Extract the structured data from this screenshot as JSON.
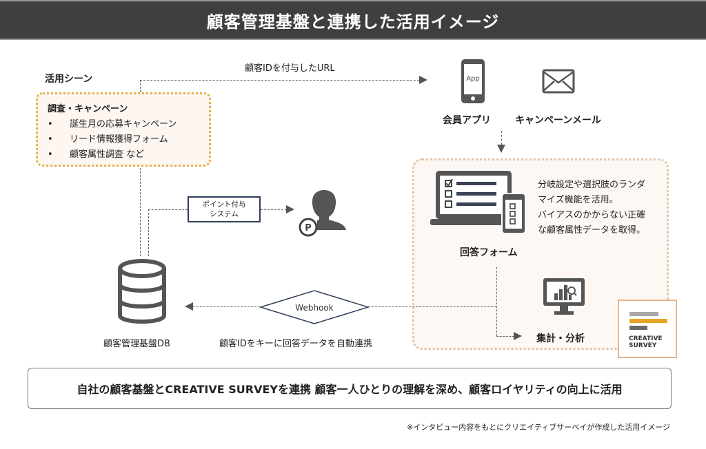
{
  "header": {
    "title": "顧客管理基盤と連携した活用イメージ"
  },
  "scene": {
    "title": "活用シーン",
    "subtitle": "調査・キャンペーン",
    "items": [
      "誕生月の応募キャンペーン",
      "リード情報獲得フォーム",
      "顧客属性調査 など"
    ],
    "bullet": "•"
  },
  "flows": {
    "url_label": "顧客IDを付与したURL",
    "webhook_label": "Webhook",
    "auto_link_label": "顧客IDをキーに回答データを自動連携"
  },
  "channels": {
    "app_label": "会員アプリ",
    "app_icon_text": "App",
    "mail_label": "キャンペーンメール"
  },
  "point_system": {
    "line1": "ポイント付与",
    "line2": "システム",
    "badge": "P"
  },
  "database": {
    "label": "顧客管理基盤DB"
  },
  "form": {
    "label": "回答フォーム",
    "description": [
      "分岐設定や選択肢のランダ",
      "マイズ機能を活用。",
      "バイアスのかからない正確",
      "な顧客属性データを取得。"
    ]
  },
  "analysis": {
    "label": "集計・分析"
  },
  "logo": {
    "line1": "CREATIVE",
    "line2": "SURVEY",
    "colors": {
      "top": "#a8a8a8",
      "mid": "#e8a427",
      "bottom": "#6a6a6a"
    }
  },
  "summary": {
    "text": "自社の顧客基盤とCREATIVE SURVEYを連携 顧客一人ひとりの理解を深め、顧客ロイヤリティの向上に活用"
  },
  "footnote": {
    "text": "※インタビュー内容をもとにクリエイティブサーベイが作成した活用イメージ"
  }
}
